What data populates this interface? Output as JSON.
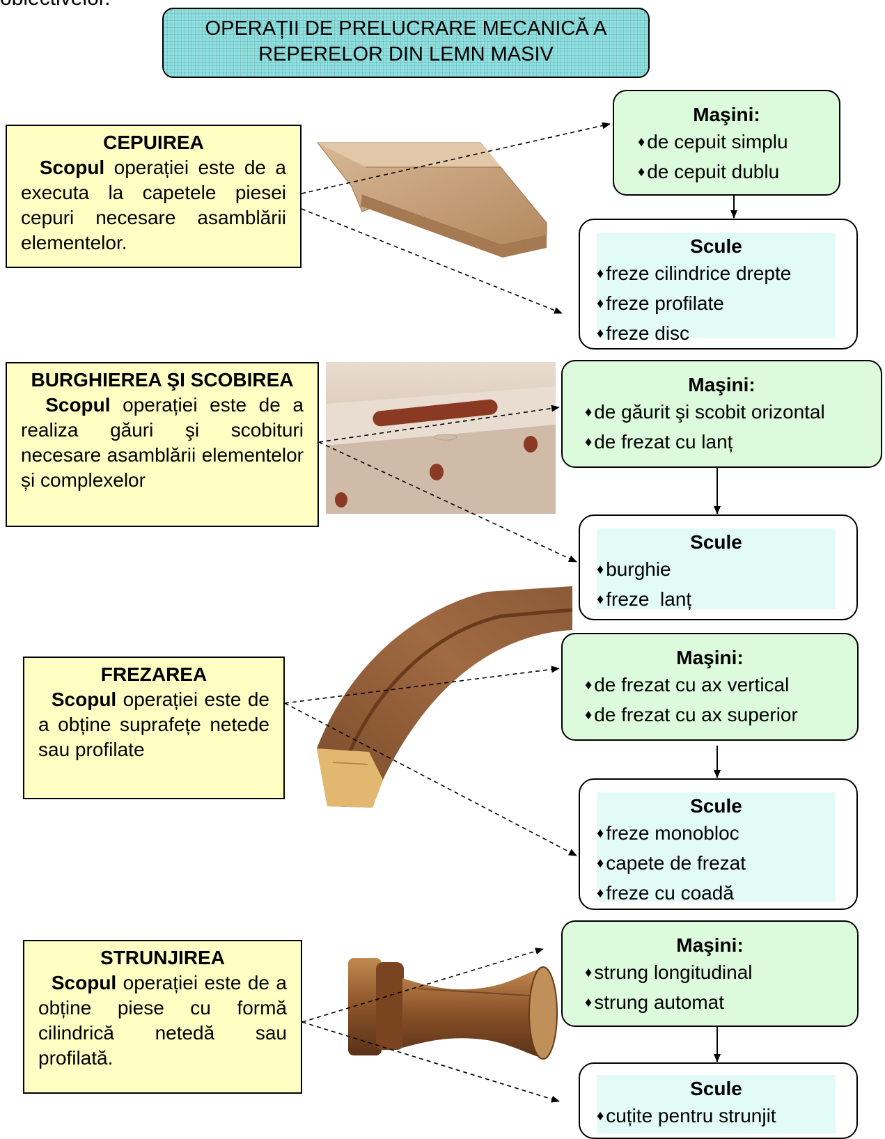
{
  "header_fragment": "obiectivelor.",
  "title": {
    "line1": "OPERAȚII DE PRELUCRARE MECANICĂ A",
    "line2": "REPERELOR DIN LEMN MASIV"
  },
  "bullet": "♦",
  "operations": [
    {
      "title": "CEPUIREA",
      "scope_label": "Scopul",
      "scope_text": " operației este de a executa la capetele piesei cepuri necesare asamblării elementelor.",
      "machines_title": "Maşini:",
      "machines": [
        "de cepuit simplu",
        "de cepuit dublu"
      ],
      "tools_title": "Scule",
      "tools": [
        "freze cilindrice drepte",
        "freze profilate",
        "freze disc"
      ]
    },
    {
      "title": "BURGHIEREA ŞI SCOBIREA",
      "scope_label": "Scopul",
      "scope_text": " operației este de a realiza găuri şi scobituri necesare asamblării elementelor și complexelor",
      "machines_title": "Maşini:",
      "machines": [
        "de găurit şi scobit orizontal",
        "de frezat cu lanț"
      ],
      "tools_title": "Scule",
      "tools": [
        "burghie",
        "freze  lanț"
      ]
    },
    {
      "title": "FREZAREA",
      "scope_label": "Scopul",
      "scope_text": " operației este de a obține suprafețe netede sau profilate",
      "machines_title": "Maşini:",
      "machines": [
        "de frezat cu ax vertical",
        "de frezat cu ax superior"
      ],
      "tools_title": "Scule",
      "tools": [
        "freze monobloc",
        "capete de frezat",
        "freze cu coadă"
      ]
    },
    {
      "title": "STRUNJIREA",
      "scope_label": "Scopul",
      "scope_text": " operației este de a obține piese cu formă cilindrică netedă sau profilată.",
      "machines_title": "Maşini:",
      "machines": [
        "strung longitudinal",
        "strung automat"
      ],
      "tools_title": "Scule",
      "tools": [
        "cuțite pentru strunjit"
      ]
    }
  ],
  "colors": {
    "title_fill": "#8fe0e0",
    "description_fill": "#ffffc4",
    "machines_fill": "#dcfadc",
    "tools_fill": "#e2fbf6",
    "wood": "#b07a4e"
  },
  "images": [
    "wood-tenon-board-image",
    "drilled-beam-image",
    "curved-profile-image",
    "turned-part-image"
  ]
}
